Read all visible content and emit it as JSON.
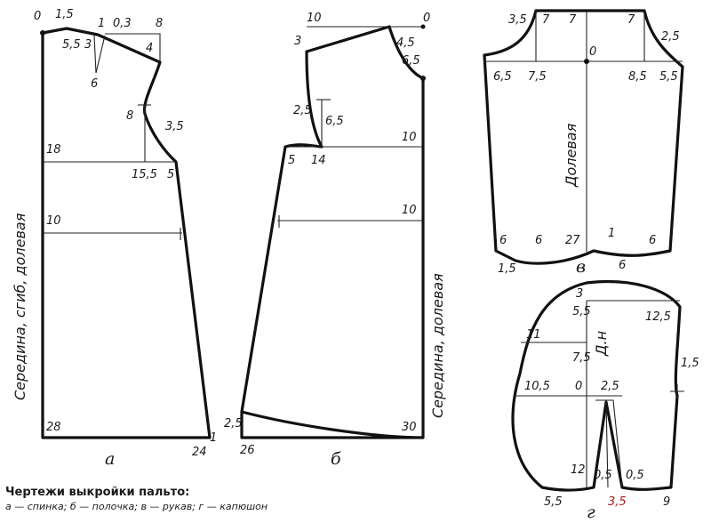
{
  "caption": {
    "title": "Чертежи выкройки пальто:",
    "subtitle": "а — спинка; б — полочка; в — рукав; г — капюшон"
  },
  "pieces": {
    "a": {
      "letter": "а",
      "side_label": "Середина, сгиб, долевая",
      "labels": [
        "0",
        "1,5",
        "5,5",
        "3",
        "1",
        "0,3",
        "8",
        "4",
        "6",
        "8",
        "3,5",
        "18",
        "15,5",
        "5",
        "10",
        "28",
        "24",
        "1"
      ]
    },
    "b": {
      "letter": "б",
      "side_label": "Середина, долевая",
      "labels": [
        "10",
        "0",
        "3",
        "4,5",
        "6,5",
        "2,5",
        "6,5",
        "5",
        "14",
        "10",
        "10",
        "2,5",
        "26",
        "30"
      ]
    },
    "v": {
      "letter": "в",
      "grain_label": "Долевая",
      "labels": [
        "3,5",
        "7",
        "7",
        "7",
        "2,5",
        "0",
        "6,5",
        "7,5",
        "8,5",
        "5,5",
        "6",
        "6",
        "27",
        "1",
        "6",
        "1,5",
        "6"
      ]
    },
    "g": {
      "letter": "г",
      "mark_label": "Д.н",
      "labels": [
        "3",
        "5,5",
        "12,5",
        "11",
        "7,5",
        "1,5",
        "10,5",
        "0",
        "2,5",
        "12",
        "0,5",
        "0,5",
        "5,5",
        "3,5",
        "9"
      ]
    }
  }
}
